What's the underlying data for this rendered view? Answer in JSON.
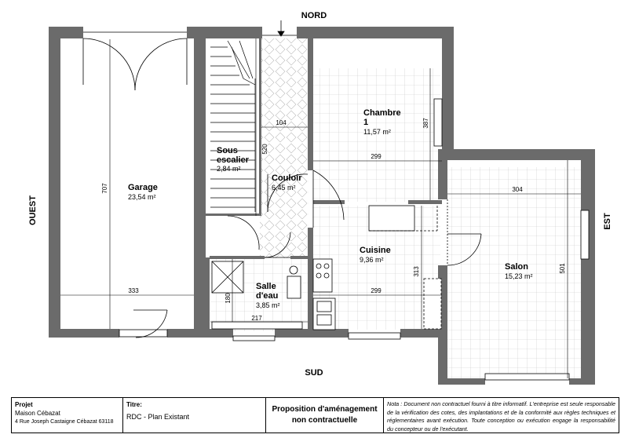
{
  "cardinals": {
    "north": "NORD",
    "south": "SUD",
    "west": "OUEST",
    "east": "EST"
  },
  "rooms": {
    "garage": {
      "name": "Garage",
      "area": "23,54 m²"
    },
    "sous_escalier": {
      "name_line1": "Sous",
      "name_line2": "escalier",
      "area": "2,84 m²"
    },
    "couloir": {
      "name": "Couloir",
      "area": "6,45 m²"
    },
    "chambre": {
      "name_line1": "Chambre",
      "name_line2": "1",
      "area": "11,57 m²"
    },
    "cuisine": {
      "name": "Cuisine",
      "area": "9,36 m²"
    },
    "salle_eau": {
      "name_line1": "Salle",
      "name_line2": "d'eau",
      "area": "3,85 m²"
    },
    "salon": {
      "name": "Salon",
      "area": "15,23 m²"
    }
  },
  "dimensions": {
    "garage_depth": "707",
    "garage_width": "333",
    "stair_width": "104",
    "stair_depth": "520",
    "chambre_depth": "387",
    "chambre_width": "299",
    "salon_width": "304",
    "salon_depth": "501",
    "cuisine_depth": "313",
    "cuisine_width": "299",
    "salle_width": "217",
    "salle_depth": "180"
  },
  "cartouche": {
    "projet_label": "Projet",
    "projet_name": "Maison Cébazat",
    "projet_address": "4 Rue Joseph Castaigne Cébazat 63118",
    "titre_label": "Titre:",
    "titre_value": "RDC - Plan Existant",
    "proposition_line1": "Proposition d'aménagement",
    "proposition_line2": "non contractuelle",
    "note": "Nota : Document non contractuel fourni à titre informatif. L'entreprise est seule responsable de la vérification des cotes, des implantations et de la conformité aux règles techniques et réglementaires avant exécution. Toute conception ou exécution engage la responsabilité du concepteur ou de l'exécutant."
  }
}
